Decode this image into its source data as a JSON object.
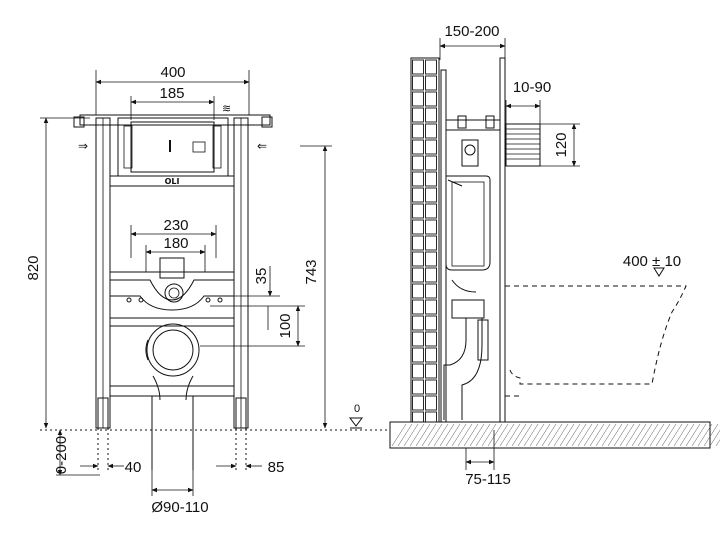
{
  "front_view": {
    "width_frame": "400",
    "width_flush_plate": "185",
    "width_mount_outer": "230",
    "width_mount_inner": "180",
    "height_total": "820",
    "height_ref": "743",
    "offset_35": "35",
    "offset_100": "100",
    "foot_adjust": "0-200",
    "foot_left": "40",
    "foot_right": "85",
    "drain_diameter": "Ø90-110",
    "logo": "OLI"
  },
  "side_view": {
    "depth_range": "150-200",
    "supply_depth": "10-90",
    "supply_height": "120",
    "bowl_width": "400 ± 10",
    "floor_offset": "75-115",
    "zero_marker": "0"
  }
}
